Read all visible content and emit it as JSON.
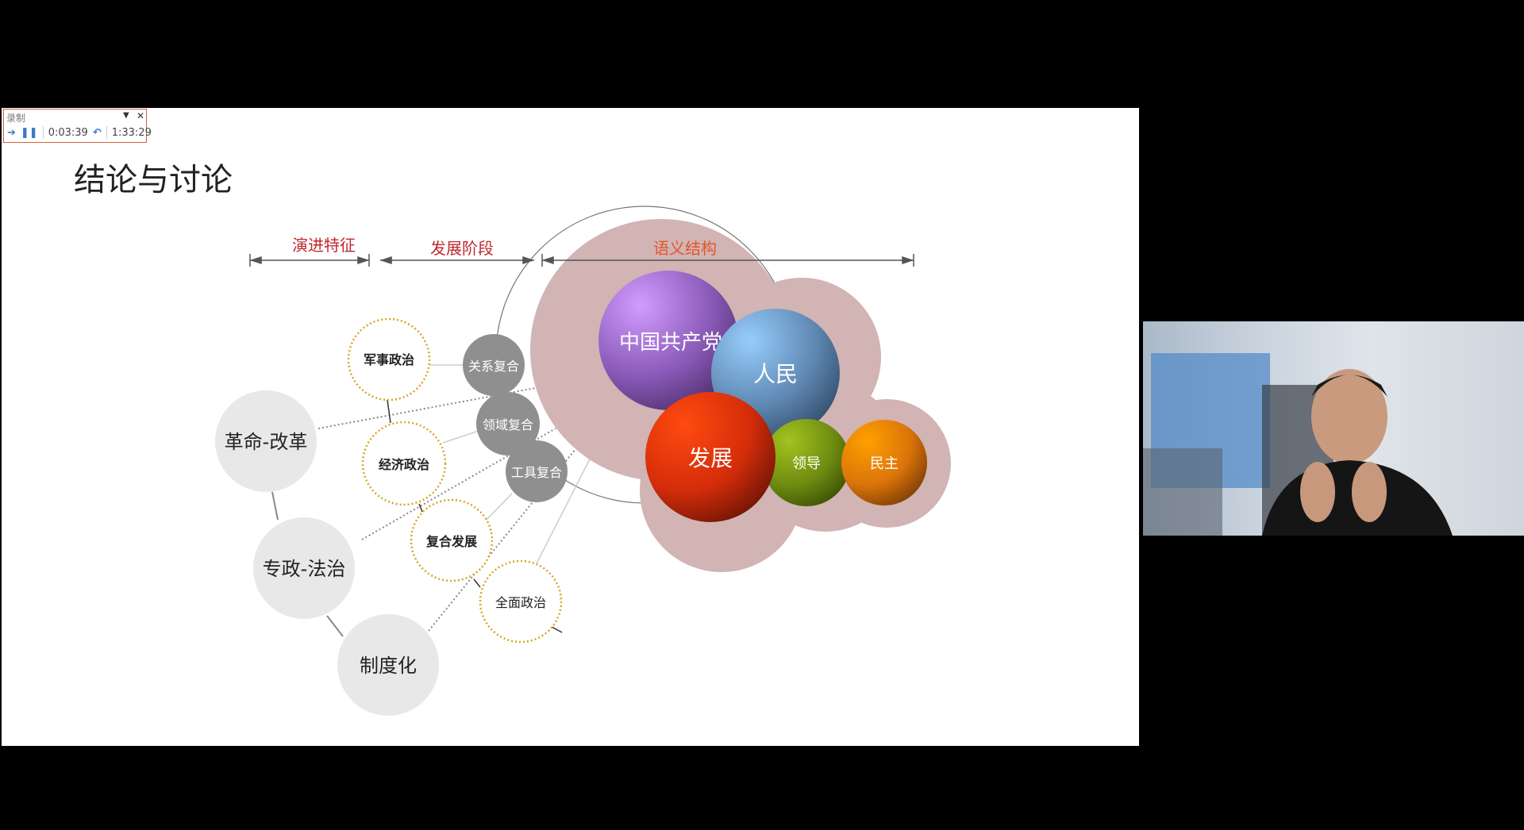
{
  "recorder": {
    "title": "录制",
    "elapsed": "0:03:39",
    "total": "1:33:29",
    "icons": [
      "arrow-right-icon",
      "pause-icon",
      "undo-icon",
      "dropdown-icon",
      "close-icon"
    ]
  },
  "slide": {
    "title": "结论与讨论",
    "headers": {
      "evolution": "演进特征",
      "stages": "发展阶段",
      "semantic": "语义结构"
    },
    "evolution_nodes": [
      "革命-改革",
      "专政-法治",
      "制度化"
    ],
    "stage_nodes": [
      "军事政治",
      "经济政治",
      "复合发展",
      "全面政治"
    ],
    "compound_nodes": [
      "关系复合",
      "领域复合",
      "工具复合"
    ],
    "semantic_nodes": {
      "party": "中国共产党",
      "people": "人民",
      "development": "发展",
      "leadership": "领导",
      "democracy": "民主"
    },
    "colors": {
      "header_red": "#c0282e",
      "header_orange": "#e2562a",
      "blob": "#d1b4b3",
      "gray_node": "#8f8f8f",
      "light_node": "#e8e8e8",
      "dotted": "#d9a623"
    }
  }
}
